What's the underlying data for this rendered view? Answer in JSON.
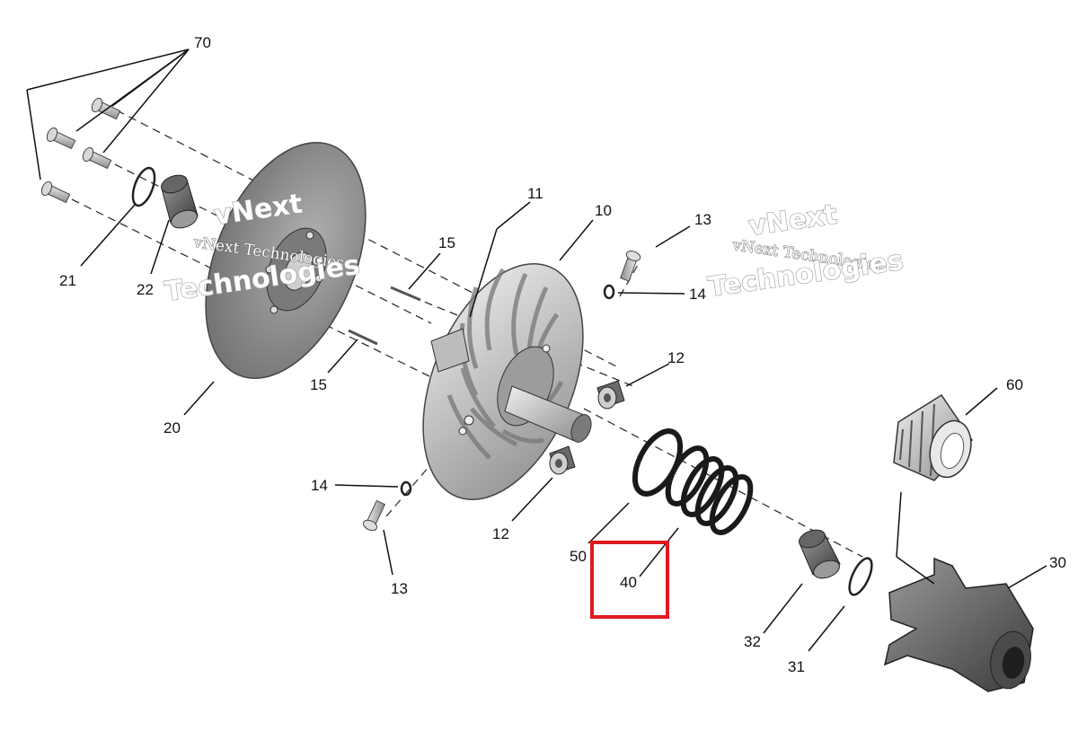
{
  "watermark": {
    "line1": "vNext Technologies",
    "line2_a": "vNext",
    "line2_b": "Technologies"
  },
  "callouts": [
    {
      "id": "70",
      "label": "70"
    },
    {
      "id": "21",
      "label": "21"
    },
    {
      "id": "22",
      "label": "22"
    },
    {
      "id": "20",
      "label": "20"
    },
    {
      "id": "11",
      "label": "11"
    },
    {
      "id": "10",
      "label": "10"
    },
    {
      "id": "13a",
      "label": "13"
    },
    {
      "id": "14a",
      "label": "14"
    },
    {
      "id": "15a",
      "label": "15"
    },
    {
      "id": "15b",
      "label": "15"
    },
    {
      "id": "12a",
      "label": "12"
    },
    {
      "id": "12b",
      "label": "12"
    },
    {
      "id": "14b",
      "label": "14"
    },
    {
      "id": "13b",
      "label": "13"
    },
    {
      "id": "50",
      "label": "50"
    },
    {
      "id": "40",
      "label": "40"
    },
    {
      "id": "60",
      "label": "60"
    },
    {
      "id": "30",
      "label": "30"
    },
    {
      "id": "32",
      "label": "32"
    },
    {
      "id": "31",
      "label": "31"
    }
  ],
  "highlight": {
    "target": "40",
    "color": "#e01a22"
  },
  "colors": {
    "part_dark": "#5a5a5a",
    "part_mid": "#8a8a8a",
    "part_light": "#c8c8c8",
    "line": "#111111"
  }
}
